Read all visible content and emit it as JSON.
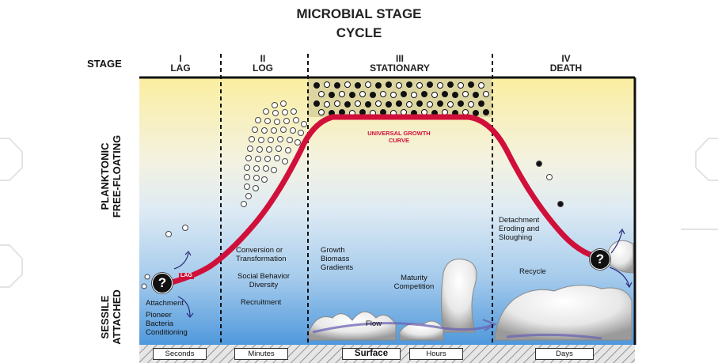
{
  "title_line1": "MICROBIAL STAGE",
  "title_line2": "CYCLE",
  "stage_label": "STAGE",
  "stages": [
    {
      "numeral": "I",
      "name": "LAG"
    },
    {
      "numeral": "II",
      "name": "LOG"
    },
    {
      "numeral": "III",
      "name": "STATIONARY"
    },
    {
      "numeral": "IV",
      "name": "DEATH"
    }
  ],
  "side_labels": {
    "planktonic_1": "PLANKTONIC",
    "planktonic_2": "FREE-FLOATING",
    "sessile_1": "SESSILE",
    "sessile_2": "ATTACHED"
  },
  "curve_label": {
    "line1": "UNIVERSAL GROWTH",
    "line2": "CURVE"
  },
  "curve_lag_tag": "LAG",
  "annotations": {
    "attachment": "Attachment",
    "pioneer": "Pioneer",
    "bacteria": "Bacteria",
    "conditioning": "Conditioning",
    "conversion": "Conversion or",
    "transformation": "Transformation",
    "social": "Social Behavior",
    "diversity": "Diversity",
    "recruitment": "Recruitment",
    "growth": "Growth",
    "biomass": "Biomass",
    "gradients": "Gradients",
    "maturity": "Maturity",
    "competition": "Competition",
    "flow": "Flow",
    "detachment": "Detachment",
    "eroding": "Eroding and",
    "sloughing": "Sloughing",
    "recycle": "Recycle"
  },
  "question_mark": "?",
  "time_labels": {
    "seconds": "Seconds",
    "minutes": "Minutes",
    "surface": "Surface",
    "hours": "Hours",
    "days": "Days"
  },
  "colors": {
    "curve": "#d0103a",
    "sky_top": "#fbeea0",
    "water_bottom": "#4f98dc",
    "curve_text": "#d0103a"
  }
}
